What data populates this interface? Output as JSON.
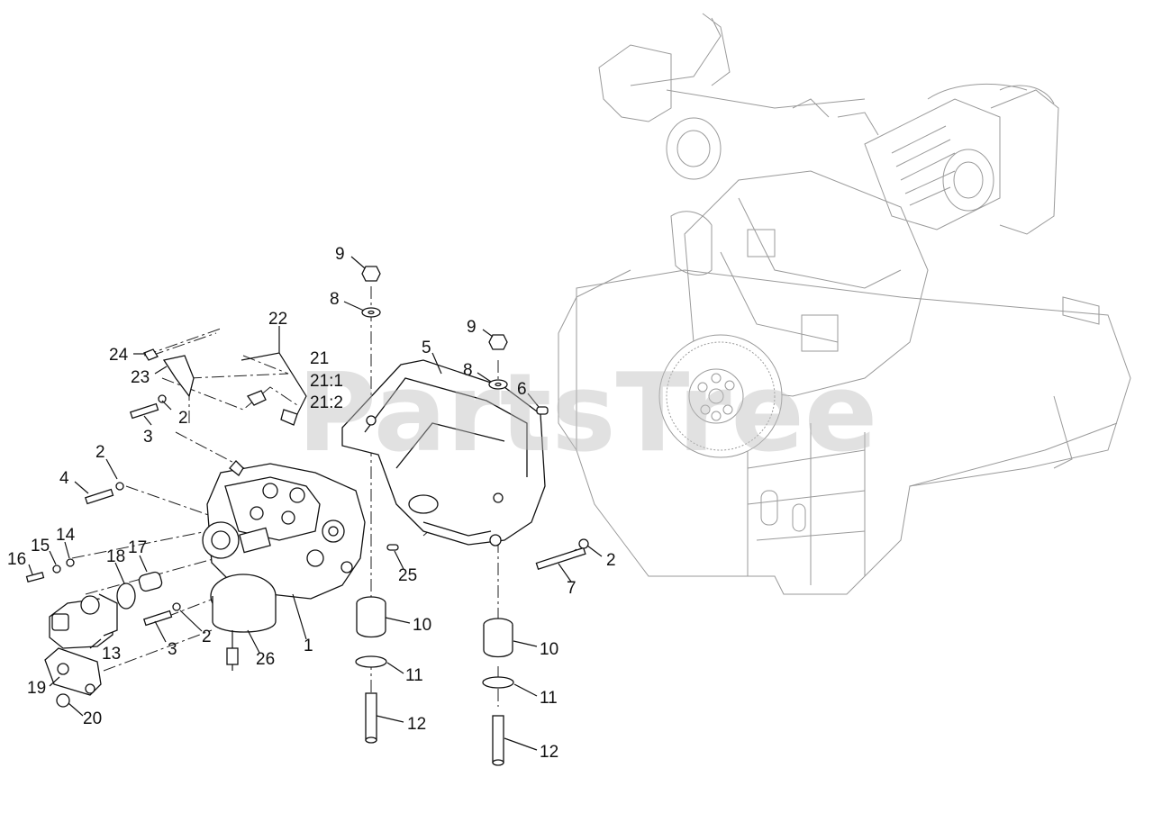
{
  "watermark": "PartsTree",
  "callouts": [
    {
      "id": "c9a",
      "text": "9"
    },
    {
      "id": "c8a",
      "text": "8"
    },
    {
      "id": "c22",
      "text": "22"
    },
    {
      "id": "c24",
      "text": "24"
    },
    {
      "id": "c23",
      "text": "23"
    },
    {
      "id": "c21",
      "text": "21"
    },
    {
      "id": "c21_1",
      "text": "21:1"
    },
    {
      "id": "c21_2",
      "text": "21:2"
    },
    {
      "id": "c9b",
      "text": "9"
    },
    {
      "id": "c5",
      "text": "5"
    },
    {
      "id": "c8b",
      "text": "8"
    },
    {
      "id": "c6",
      "text": "6"
    },
    {
      "id": "c3a",
      "text": "3"
    },
    {
      "id": "c2a",
      "text": "2"
    },
    {
      "id": "c2b",
      "text": "2"
    },
    {
      "id": "c4",
      "text": "4"
    },
    {
      "id": "c14",
      "text": "14"
    },
    {
      "id": "c15",
      "text": "15"
    },
    {
      "id": "c16",
      "text": "16"
    },
    {
      "id": "c18",
      "text": "18"
    },
    {
      "id": "c17",
      "text": "17"
    },
    {
      "id": "c2c",
      "text": "2"
    },
    {
      "id": "c7",
      "text": "7"
    },
    {
      "id": "c25",
      "text": "25"
    },
    {
      "id": "c10a",
      "text": "10"
    },
    {
      "id": "c10b",
      "text": "10"
    },
    {
      "id": "c13",
      "text": "13"
    },
    {
      "id": "c3b",
      "text": "3"
    },
    {
      "id": "c2d",
      "text": "2"
    },
    {
      "id": "c26",
      "text": "26"
    },
    {
      "id": "c1",
      "text": "1"
    },
    {
      "id": "c11a",
      "text": "11"
    },
    {
      "id": "c11b",
      "text": "11"
    },
    {
      "id": "c19",
      "text": "19"
    },
    {
      "id": "c20",
      "text": "20"
    },
    {
      "id": "c12a",
      "text": "12"
    },
    {
      "id": "c12b",
      "text": "12"
    }
  ]
}
